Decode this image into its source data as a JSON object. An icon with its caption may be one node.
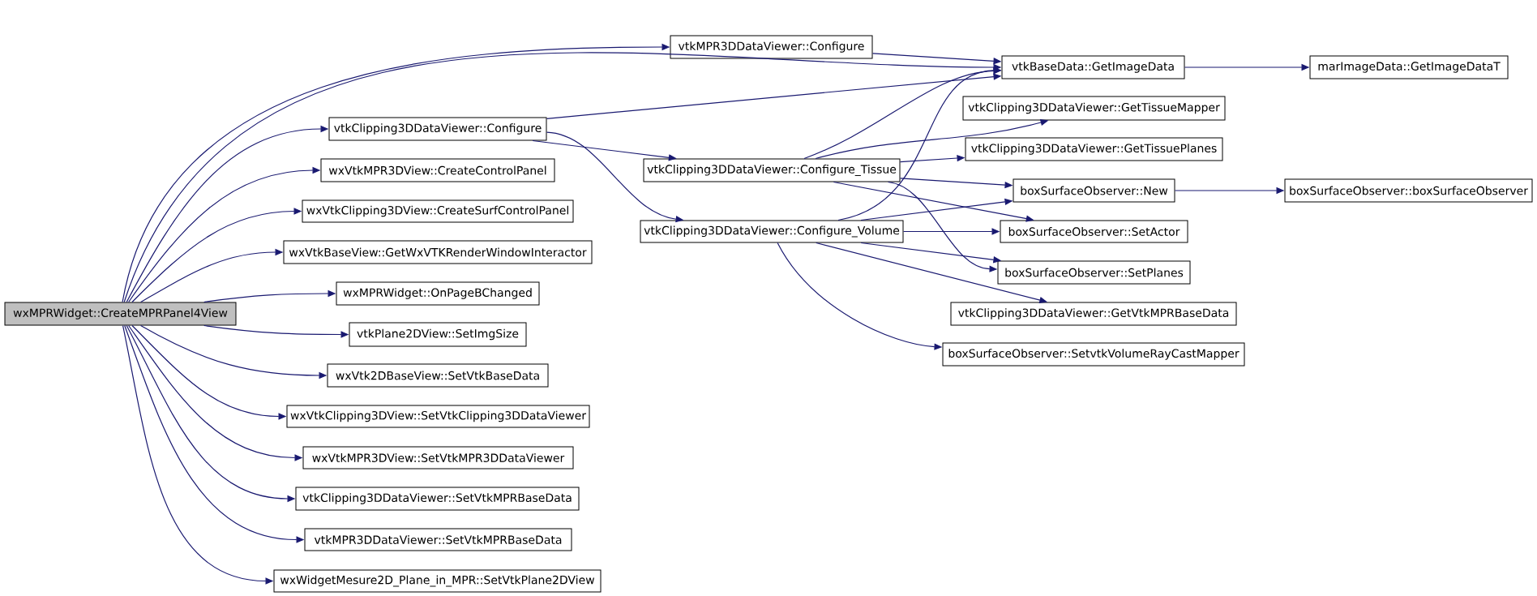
{
  "diagram": {
    "nodes": [
      {
        "text": [
          "wxMPRWidget::CreateMPRPanel4View"
        ]
      },
      {
        "text": [
          "vtkMPR3DDataViewer::Configure"
        ]
      },
      {
        "text": [
          "vtkClipping3DDataViewer::Configure"
        ]
      },
      {
        "text": [
          "wxVtkMPR3DView::CreateControlPanel"
        ]
      },
      {
        "text": [
          "wxVtkClipping3DView::CreateSurfControlPanel"
        ]
      },
      {
        "text": [
          "wxVtkBaseView::GetWxVTKRenderWindowInteractor"
        ]
      },
      {
        "text": [
          "wxMPRWidget::OnPageBChanged"
        ]
      },
      {
        "text": [
          "vtkPlane2DView::SetImgSize"
        ]
      },
      {
        "text": [
          "wxVtk2DBaseView::SetVtkBaseData"
        ]
      },
      {
        "text": [
          "wxVtkClipping3DView::SetVtkClipping3DDataViewer"
        ]
      },
      {
        "text": [
          "wxVtkMPR3DView::SetVtkMPR3DDataViewer"
        ]
      },
      {
        "text": [
          "vtkClipping3DDataViewer::SetVtkMPRBaseData"
        ]
      },
      {
        "text": [
          "vtkMPR3DDataViewer::SetVtkMPRBaseData"
        ]
      },
      {
        "text": [
          "wxWidgetMesure2D_Plane_in_MPR::SetVtkPlane2DView"
        ]
      },
      {
        "text": [
          "vtkClipping3DDataViewer::Configure_Tissue"
        ]
      },
      {
        "text": [
          "vtkClipping3DDataViewer::Configure_Volume"
        ]
      },
      {
        "text": [
          "vtkBaseData::GetImageData"
        ]
      },
      {
        "text": [
          "vtkClipping3DDataViewer::GetTissueMapper"
        ]
      },
      {
        "text": [
          "vtkClipping3DDataViewer::GetTissuePlanes"
        ]
      },
      {
        "text": [
          "boxSurfaceObserver::New"
        ]
      },
      {
        "text": [
          "boxSurfaceObserver::SetActor"
        ]
      },
      {
        "text": [
          "boxSurfaceObserver::SetPlanes"
        ]
      },
      {
        "text": [
          "vtkClipping3DDataViewer::GetVtkMPRBaseData"
        ]
      },
      {
        "text": [
          "boxSurfaceObserver::SetvtkVolumeRayCastMapper"
        ]
      },
      {
        "text": [
          "marImageData::GetImageDataT"
        ]
      },
      {
        "text": [
          "boxSurfaceObserver::boxSurfaceObserver"
        ]
      }
    ],
    "edges": [
      {
        "from": 0,
        "to": 1,
        "arrow": "to"
      },
      {
        "from": 0,
        "to": 16,
        "arrow": "to"
      },
      {
        "from": 0,
        "to": 2,
        "arrow": "to"
      },
      {
        "from": 0,
        "to": 3,
        "arrow": "to"
      },
      {
        "from": 0,
        "to": 4,
        "arrow": "to"
      },
      {
        "from": 0,
        "to": 5,
        "arrow": "to"
      },
      {
        "from": 0,
        "to": 6,
        "arrow": "to"
      },
      {
        "from": 0,
        "to": 7,
        "arrow": "to"
      },
      {
        "from": 0,
        "to": 8,
        "arrow": "to"
      },
      {
        "from": 0,
        "to": 9,
        "arrow": "to"
      },
      {
        "from": 0,
        "to": 10,
        "arrow": "to"
      },
      {
        "from": 0,
        "to": 11,
        "arrow": "to"
      },
      {
        "from": 0,
        "to": 12,
        "arrow": "to"
      },
      {
        "from": 0,
        "to": 13,
        "arrow": "to"
      },
      {
        "from": 1,
        "to": 16,
        "arrow": "to"
      },
      {
        "from": 2,
        "to": 16,
        "arrow": "to"
      },
      {
        "from": 2,
        "to": 14,
        "arrow": "to"
      },
      {
        "from": 2,
        "to": 15,
        "arrow": "to"
      },
      {
        "from": 14,
        "to": 16,
        "arrow": "to"
      },
      {
        "from": 14,
        "to": 17,
        "arrow": "to"
      },
      {
        "from": 14,
        "to": 18,
        "arrow": "to"
      },
      {
        "from": 14,
        "to": 19,
        "arrow": "to"
      },
      {
        "from": 14,
        "to": 20,
        "arrow": "to"
      },
      {
        "from": 14,
        "to": 21,
        "arrow": "to"
      },
      {
        "from": 15,
        "to": 16,
        "arrow": "to"
      },
      {
        "from": 15,
        "to": 19,
        "arrow": "to"
      },
      {
        "from": 15,
        "to": 20,
        "arrow": "to"
      },
      {
        "from": 15,
        "to": 21,
        "arrow": "to"
      },
      {
        "from": 15,
        "to": 22,
        "arrow": "to"
      },
      {
        "from": 15,
        "to": 23,
        "arrow": "to"
      },
      {
        "from": 16,
        "to": 24,
        "arrow": "to"
      },
      {
        "from": 19,
        "to": 25,
        "arrow": "to"
      }
    ]
  }
}
